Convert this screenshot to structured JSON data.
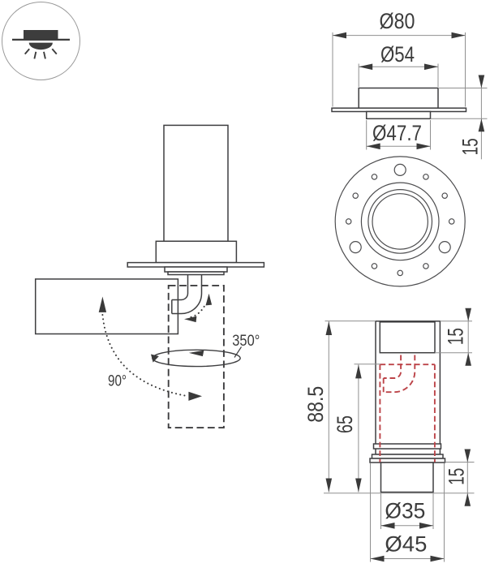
{
  "document": {
    "type": "luminaire-dimension-drawing",
    "background": "#ffffff"
  },
  "colors": {
    "outline": "#3e3e40",
    "dimension_lines": "#8f8f8f",
    "arrows_and_dashes": "#3a3a3a",
    "text": "#3c3c3c",
    "hidden_red": "#bc4449",
    "icon": "#3d3d3d",
    "icon_circle_stroke": "#9a9a9a"
  },
  "icon": {
    "name": "recessed-downlight-icon",
    "meaning": "recessed ceiling downlight"
  },
  "side_view": {
    "rotation_label": "350°",
    "tilt_label": "90°"
  },
  "top_view": {
    "dia_flange": "Ø80",
    "dia_body": "Ø54",
    "dia_collar": "Ø47.7",
    "height_below_ceiling": "15"
  },
  "section_view": {
    "height_total": "88.5",
    "depth_recess": "65",
    "height_top_section": "15",
    "height_bottom_collar": "15",
    "dia_bottom": "Ø35",
    "dia_trim": "Ø45"
  }
}
